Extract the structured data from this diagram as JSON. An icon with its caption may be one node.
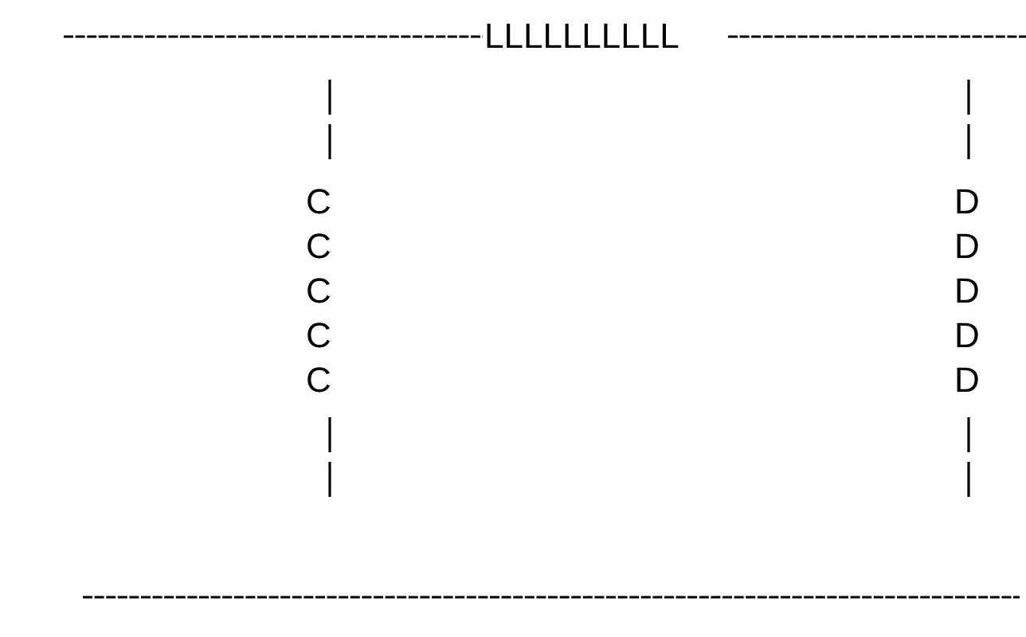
{
  "diagram": {
    "labels": [
      "LLLLLLLLLL",
      "C",
      "D",
      "C",
      "D",
      "C",
      "D",
      "C",
      "D",
      "C",
      "D"
    ]
  }
}
